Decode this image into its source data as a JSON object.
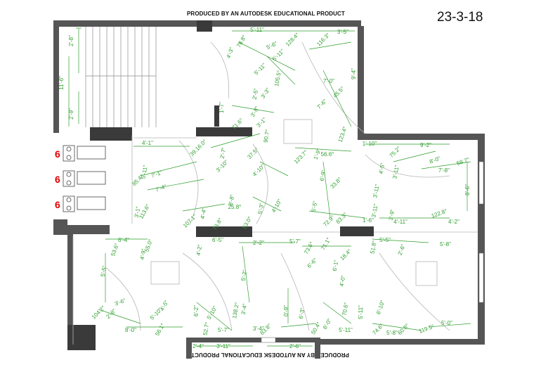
{
  "header": {
    "watermark_top": "PRODUCED BY AN AUTODESK EDUCATIONAL PRODUCT",
    "watermark_bottom": "PRODUCED BY AN AUTODESK EDUCATIONAL PRODUCT",
    "sheet_date": "23-3-18"
  },
  "counts": [
    "6",
    "6",
    "6"
  ],
  "colors": {
    "wall": "#555555",
    "column": "#3a3a3a",
    "dimension": "#2e9e2e",
    "count": "#e00000"
  },
  "dimensions": [
    "2'-8\"",
    "11'-6\"",
    "2'-9\"",
    "4'-3\"",
    "78.8°",
    "5'-6\"",
    "128.4°",
    "5'-11\"",
    "116.3°",
    "3'-5\"",
    "5'-11\"",
    "5'-11\"",
    "105.5°",
    "9'-4\"",
    "7'-0\"",
    "45.5°",
    "7'-6\"",
    "2'-5\"",
    "3'-3\"",
    "3'-8\"",
    "1'-7\"",
    "71.6°",
    "3'-1\"",
    "90.7°",
    "123.4°",
    "4'-1\"",
    "39.16.0°",
    "2'-7\"",
    "37.5°",
    "3'-10\"",
    "4'-10\"",
    "123.7°",
    "1'-9\"",
    "56.6°",
    "6'-9\"",
    "33.8°",
    "5'-11\"",
    "7'-1\"",
    "85.4°",
    "7'-4\"",
    "113.6°",
    "3'-1\"",
    "107.1°",
    "4'-4\"",
    "8'-8\"",
    "25.8°",
    "5'-3\"",
    "4'-10\"",
    "53.0°",
    "73.8°",
    "5'-5\"",
    "1'-10\"",
    "4'-5\"",
    "75.2°",
    "3'-11\"",
    "9'-2\"",
    "8'-0\"",
    "58.7°",
    "7'-8\"",
    "8'-6\"",
    "3'-11\"",
    "3'-9\"",
    "72.9°",
    "83.3°",
    "1'-6\"",
    "3'-11\"",
    "4'-11\"",
    "122.8°",
    "4'-2\"",
    "53.6°",
    "6'-4\"",
    "55.0°",
    "4'-9\"",
    "4'-2\"",
    "6'-5\"",
    "2'-2\"",
    "5'-7\"",
    "73.6°",
    "71.1°",
    "18.4°",
    "51.8°",
    "5'-5\"",
    "5'-8\"",
    "2'-6\"",
    "6'-6\"",
    "6'-1\"",
    "4'-0\"",
    "5'-5\"",
    "5'-2\"",
    "104.2°",
    "3'-6\"",
    "2'-8\"",
    "5'-10\"",
    "4'-5\"",
    "56.1°",
    "8'-0\"",
    "6'-2\"",
    "5'-10\"",
    "138.2°",
    "3'-4\"",
    "52.7°",
    "5'-7\"",
    "3'-4\"",
    "83.8°",
    "6'-3\"",
    "50.4°",
    "6'-0\"",
    "70.6°",
    "5'-11\"",
    "5'-11\"",
    "6'-10\"",
    "74.6°",
    "5'-8\"",
    "60.8°",
    "119.5°",
    "5'-0\"",
    "2'-4\"",
    "3'-11\"",
    "2'-6\"",
    "0'-9\""
  ],
  "labels": [
    "2'-8\"",
    "11'-6\"",
    "2'-9\"",
    "4'-3\"",
    "78.8°",
    "5'-6\"",
    "128.4°",
    "5'-11\"",
    "116.3°",
    "3'-5\"",
    "5'-11\"",
    "5'-11\"",
    "105.5°",
    "9'-4\"",
    "7'-0\"",
    "45.5°",
    "7'-6\"",
    "2'-5\"",
    "3'-3\"",
    "3'-8\"",
    "1'-7\"",
    "71.6°",
    "3'-1\"",
    "90.7°",
    "123.4°",
    "4'-1\"",
    "39.16.0°",
    "2'-7\"",
    "37.5°",
    "3'-10\"",
    "4'-10\"",
    "123.7°",
    "1'-9\"",
    "56.6°",
    "6'-9\"",
    "33.8°",
    "5'-11\"",
    "7'-1\"",
    "85.4°",
    "7'-4\"",
    "113.6°",
    "3'-1\"",
    "107.1°",
    "4'-4\"",
    "8'-8\"",
    "25.8°",
    "5'-3\"",
    "4'-10\"",
    "53.0°",
    "73.8°",
    "5'-5\"",
    "1'-10\"",
    "4'-5\"",
    "75.2°",
    "3'-11\"",
    "9'-2\"",
    "8'-0\"",
    "58.7°",
    "7'-8\"",
    "8'-6\"",
    "3'-11\"",
    "3'-9\"",
    "72.9°",
    "83.3°",
    "1'-6\"",
    "3'-11\"",
    "4'-11\"",
    "122.8°",
    "4'-2\"",
    "53.6°",
    "6'-4\"",
    "55.0°",
    "4'-9\"",
    "4'-2\"",
    "6'-5\"",
    "2'-2\"",
    "5'-7\"",
    "73.6°",
    "71.1°",
    "18.4°",
    "51.8°",
    "5'-5\"",
    "5'-8\"",
    "2'-6\"",
    "6'-6\"",
    "6'-1\"",
    "4'-0\"",
    "5'-5\"",
    "5'-2\"",
    "104.2°",
    "3'-6\"",
    "2'-8\"",
    "5'-10\"",
    "4'-5\"",
    "56.1°",
    "8'-0\"",
    "6'-2\"",
    "5'-10\"",
    "138.2°",
    "3'-4\"",
    "52.7°",
    "5'-7\"",
    "3'-4\"",
    "83.8°",
    "6'-3\"",
    "50.4°",
    "6'-0\"",
    "70.6°",
    "5'-11\"",
    "5'-11\"",
    "6'-10\"",
    "74.6°",
    "5'-8\"",
    "60.8°",
    "119.5°",
    "5'-0\"",
    "2'-4\"",
    "3'-11\"",
    "2'-6\"",
    "0'-9\""
  ]
}
